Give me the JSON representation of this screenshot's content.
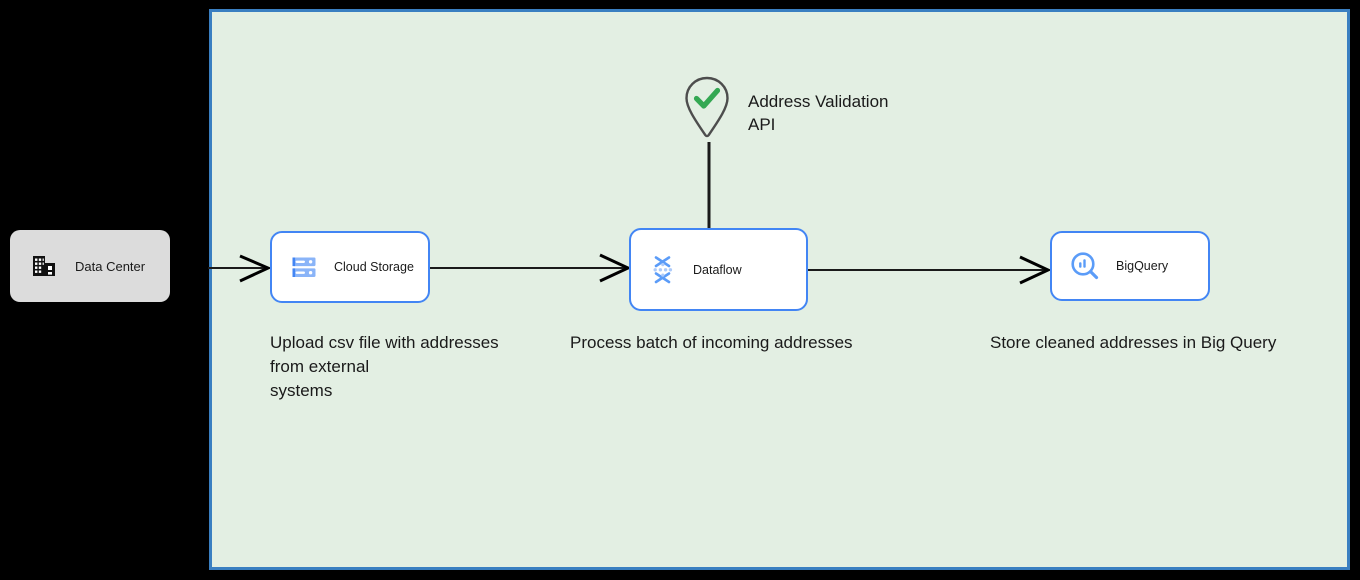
{
  "diagram": {
    "container": {
      "name": "google-cloud-platform-boundary",
      "background_color": "#e3efe3",
      "border_color": "#3a7fc1"
    },
    "canvas_background": "#000000",
    "nodes": [
      {
        "id": "datacenter",
        "label": "Data Center",
        "icon": "data-center-building-icon",
        "style": "onprem",
        "fill": "#dcdcdc"
      },
      {
        "id": "cloudstorage",
        "label": "Cloud Storage",
        "icon": "cloud-storage-icon",
        "style": "gcp",
        "fill": "#ffffff",
        "border": "#4285f4"
      },
      {
        "id": "dataflow",
        "label": "Dataflow",
        "icon": "dataflow-icon",
        "style": "gcp",
        "fill": "#ffffff",
        "border": "#4285f4"
      },
      {
        "id": "bigquery",
        "label": "BigQuery",
        "icon": "bigquery-icon",
        "style": "gcp",
        "fill": "#ffffff",
        "border": "#4285f4"
      }
    ],
    "external_service": {
      "label": "Address Validation\nAPI",
      "icon": "location-pin-check-icon",
      "pin_outline_color": "#4d4d4d",
      "check_color": "#34a853"
    },
    "captions": {
      "cloudstorage": "Upload csv file with addresses\nfrom external\nsystems",
      "dataflow": "Process batch of incoming addresses",
      "bigquery": "Store cleaned addresses in Big Query"
    },
    "edges": [
      {
        "id": "datacenter-to-cloudstorage",
        "from": "datacenter",
        "to": "cloudstorage",
        "arrow": "open"
      },
      {
        "id": "cloudstorage-to-dataflow",
        "from": "cloudstorage",
        "to": "dataflow",
        "arrow": "open"
      },
      {
        "id": "dataflow-to-bigquery",
        "from": "dataflow",
        "to": "bigquery",
        "arrow": "open"
      },
      {
        "id": "api-to-dataflow",
        "from": "address-validation-api",
        "to": "dataflow",
        "arrow": "none"
      }
    ]
  }
}
